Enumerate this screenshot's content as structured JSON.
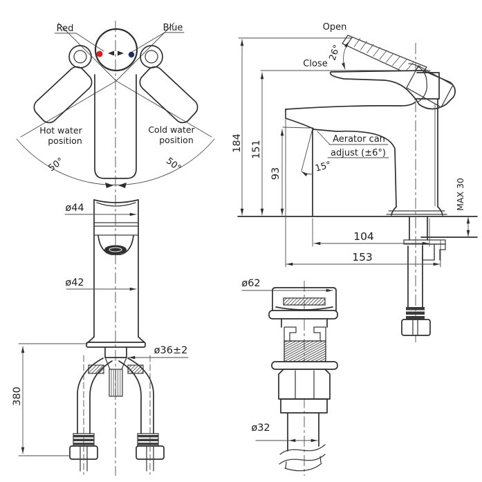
{
  "front_view": {
    "red_label": "Red",
    "blue_label": "Blue",
    "hot_position_line1": "Hot water",
    "hot_position_line2": "position",
    "cold_position_line1": "Cold water",
    "cold_position_line2": "position",
    "left_rotation_angle": "50°",
    "right_rotation_angle": "50°",
    "spout_head_diameter": "ø44",
    "body_diameter": "ø42",
    "base_diameter": "ø36±2",
    "hose_length": "380"
  },
  "side_view": {
    "open_label": "Open",
    "close_label": "Close",
    "lever_angle": "26°",
    "total_height": "184",
    "handle_height": "151",
    "spout_outlet_height": "93",
    "aerator_angle": "15°",
    "aerator_note_line1": "Aerator can",
    "aerator_note_line2": "adjust (±6°)",
    "max_deck_thickness": "MAX 30",
    "spout_reach": "104",
    "total_reach": "153"
  },
  "drain_view": {
    "flange_diameter": "ø62",
    "pipe_diameter": "ø32"
  },
  "colors": {
    "line": "#2e2e2e",
    "thin_line": "#4a4a4a",
    "red_indicator": "#d81e1e",
    "blue_indicator": "#1f2d5a",
    "background": "#ffffff"
  }
}
